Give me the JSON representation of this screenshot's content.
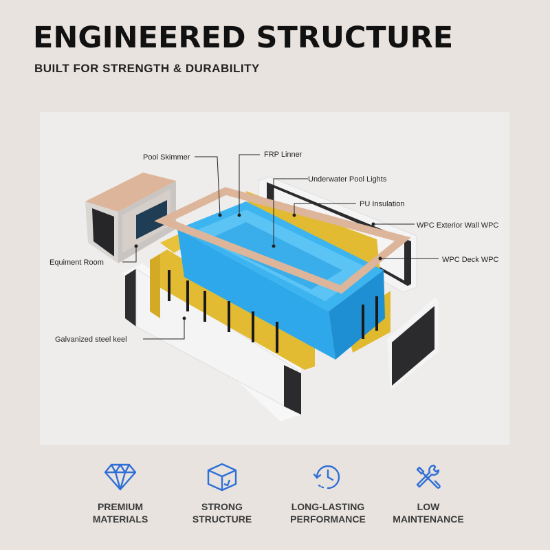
{
  "header": {
    "title": "ENGINEERED STRUCTURE",
    "subtitle": "BUILT FOR STRENGTH & DURABILITY"
  },
  "diagram": {
    "labels": {
      "pool_skimmer": "Pool Skimmer",
      "frp_linner": "FRP Linner",
      "underwater_lights": "Underwater Pool Lights",
      "pu_insulation": "PU Insulation",
      "wpc_exterior_wall": "WPC Exterior Wall  WPC",
      "wpc_deck": "WPC Deck  WPC",
      "equipment_room": "Equiment Room",
      "steel_keel": "Galvanized steel keel"
    }
  },
  "features": [
    {
      "line1": "PREMIUM",
      "line2": "MATERIALS",
      "icon": "diamond-icon"
    },
    {
      "line1": "STRONG",
      "line2": "STRUCTURE",
      "icon": "cube-icon"
    },
    {
      "line1": "LONG-LASTING",
      "line2": "PERFORMANCE",
      "icon": "clock-icon"
    },
    {
      "line1": "LOW",
      "line2": "MAINTENANCE",
      "icon": "tools-icon"
    }
  ],
  "colors": {
    "background": "#e8e3df",
    "panel": "#eeedeb",
    "icon_blue": "#2f6fd6",
    "pool_blue": "#2ea8ea",
    "insulation_yellow": "#e7c23a",
    "wpc_dark": "#2c2c2e",
    "deck_tan": "#dcb59a"
  }
}
